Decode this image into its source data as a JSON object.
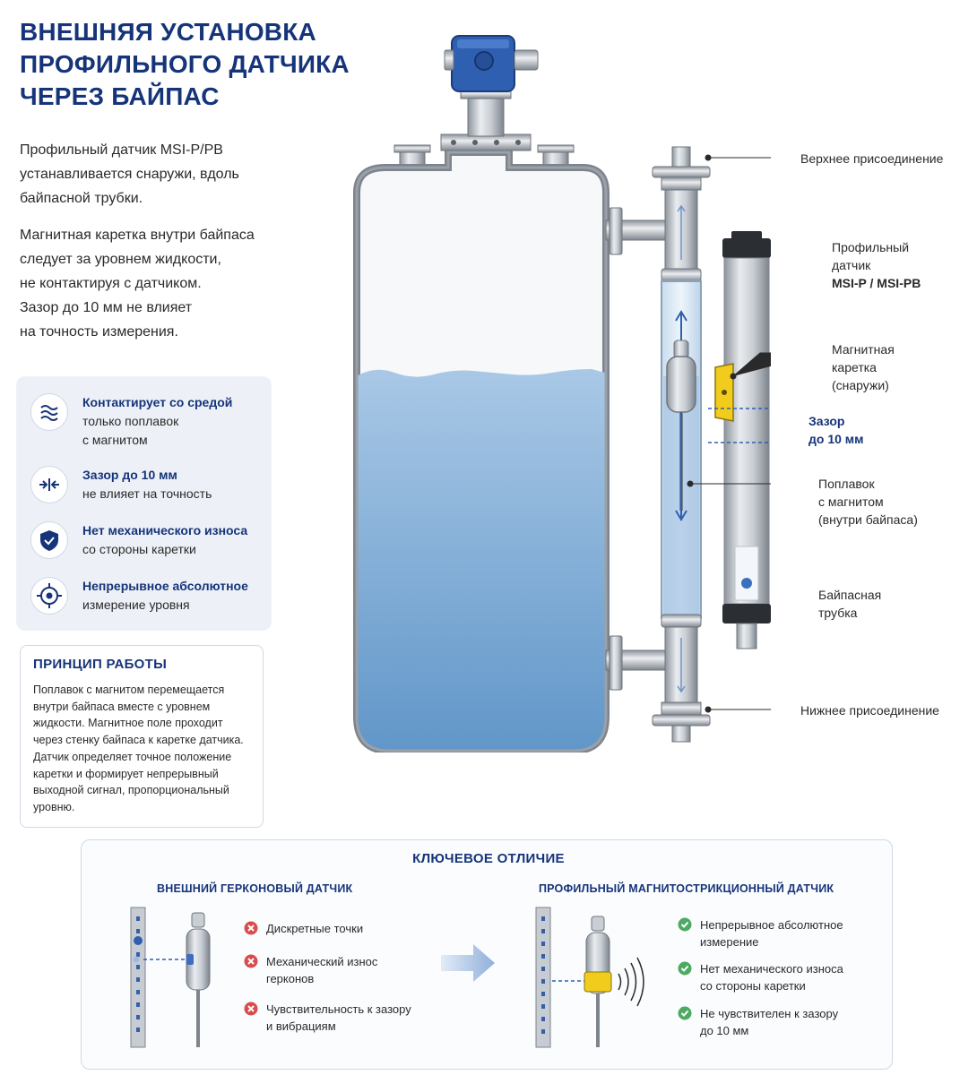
{
  "title": {
    "line1": "ВНЕШНЯЯ УСТАНОВКА",
    "line2": "ПРОФИЛЬНОГО ДАТЧИКА",
    "line3": "ЧЕРЕЗ БАЙПАС"
  },
  "intro": {
    "p1": [
      "Профильный датчик MSI-P/PB",
      "устанавливается снаружи, вдоль",
      "байпасной трубки."
    ],
    "p2": [
      "Магнитная каретка внутри байпаса",
      "следует за уровнем жидкости,",
      "не контактируя с датчиком.",
      "Зазор до 10 мм не влияет",
      "на точность измерения."
    ]
  },
  "features": [
    {
      "icon": "waves-icon",
      "bold": "Контактирует со средой",
      "text": [
        "только поплавок",
        "с магнитом"
      ]
    },
    {
      "icon": "gap-arrows-icon",
      "bold": "Зазор до 10 мм",
      "text": [
        "не влияет на точность"
      ]
    },
    {
      "icon": "shield-icon",
      "bold": "Нет механического износа",
      "text": [
        "со стороны каретки"
      ]
    },
    {
      "icon": "target-icon",
      "bold": "Непрерывное абсолютное",
      "text": [
        "измерение уровня"
      ]
    }
  ],
  "principle": {
    "title": "ПРИНЦИП РАБОТЫ",
    "text": "Поплавок с магнитом перемещается внутри байпаса вместе с уровнем жидкости. Магнитное поле проходит через стенку байпаса к каретке датчика. Датчик определяет точное положение каретки и формирует непрерывный выходной сигнал, пропорциональный уровню."
  },
  "labels": {
    "top_connection": "Верхнее присоединение",
    "sensor": [
      "Профильный",
      "датчик",
      "MSI-P / MSI-PB"
    ],
    "carriage": [
      "Магнитная",
      "каретка",
      "(снаружи)"
    ],
    "gap": [
      "Зазор",
      "до 10 мм"
    ],
    "float": [
      "Поплавок",
      "с магнитом",
      "(внутри байпаса)"
    ],
    "bypass": [
      "Байпасная",
      "трубка"
    ],
    "bottom_connection": "Нижнее присоединение"
  },
  "key": {
    "title": "КЛЮЧЕВОЕ ОТЛИЧИЕ",
    "left": {
      "heading": "ВНЕШНИЙ ГЕРКОНОВЫЙ ДАТЧИК",
      "items": [
        [
          "Дискретные точки"
        ],
        [
          "Механический износ",
          "герконов"
        ],
        [
          "Чувствительность к зазору",
          "и вибрациям"
        ]
      ]
    },
    "right": {
      "heading": "ПРОФИЛЬНЫЙ МАГНИТОСТРИКЦИОННЫЙ ДАТЧИК",
      "items": [
        [
          "Непрерывное абсолютное",
          "измерение"
        ],
        [
          "Нет механического износа",
          "со стороны каретки"
        ],
        [
          "Не чувствителен к зазору",
          "до 10 мм"
        ]
      ]
    }
  },
  "colors": {
    "brand": "#16347a",
    "liquid": "#5f95c8",
    "carriage": "#f2cc1d",
    "cross": "#d94c4c",
    "check": "#4caa63"
  }
}
